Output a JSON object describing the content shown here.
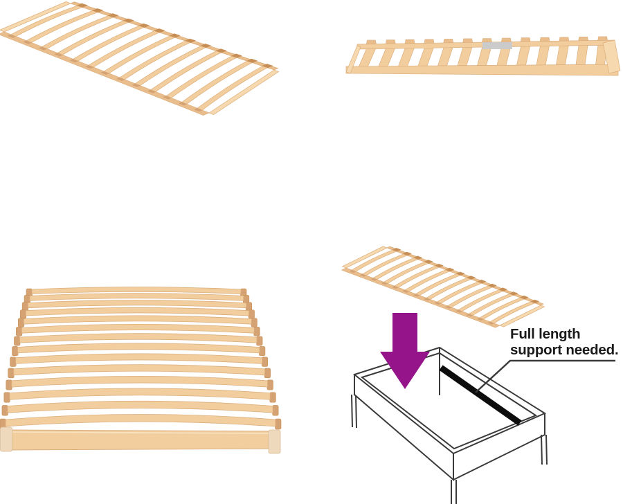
{
  "image": {
    "description": "Wooden slatted bed base product collage: four photo angles plus installation line-drawing",
    "background": "#ffffff"
  },
  "annotation": {
    "line1": "Full length",
    "line2": "support needed.",
    "text_color": "#1a1a1a"
  },
  "colors": {
    "wood_mid": "#F2CD9E",
    "wood_light": "#F6D9AF",
    "wood_shade": "#E9BD8C",
    "wood_edge": "#DCAE7C",
    "wood_highlight": "#F8E3C1",
    "tab_dark": "#C78F55",
    "tab_mid": "#D4A273",
    "endcap": "#EFD9BC",
    "endcap_edge": "#D9BD98",
    "label_gray": "#CBCBCB",
    "arrow_purple": "#951489",
    "line_dark": "#3A3A3A",
    "bar_black": "#0D0D0D"
  },
  "views": {
    "top_left": {
      "label": "angled top view",
      "slat_count": 13
    },
    "top_right": {
      "label": "side view",
      "slat_count": 13
    },
    "bottom_left": {
      "label": "front perspective view",
      "slat_count": 14
    },
    "bottom_right": {
      "label": "installation diagram",
      "slat_count": 14
    }
  }
}
